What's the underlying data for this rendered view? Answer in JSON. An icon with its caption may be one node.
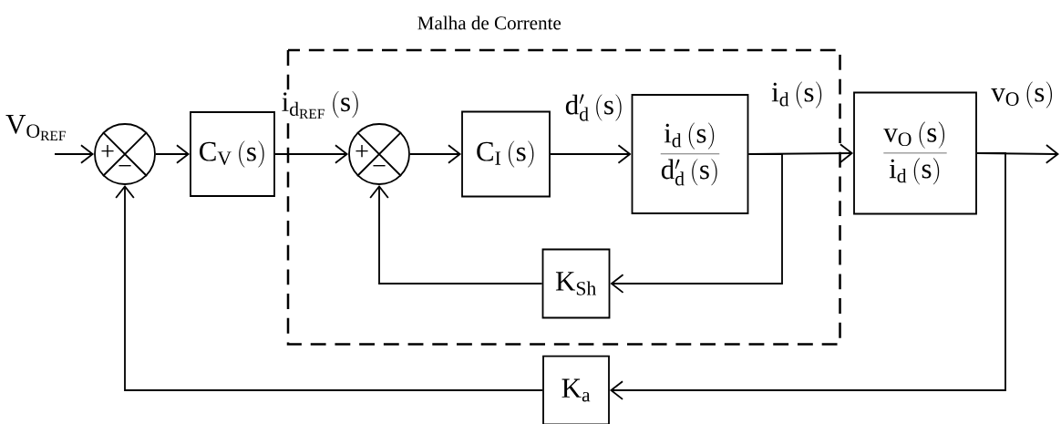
{
  "diagram": {
    "nodes": [
      {
        "text": [
          "Malha de Corrente"
        ]
      },
      {
        "text": [
          "+",
          "−"
        ]
      },
      {
        "text": [
          "\\mathrm{C}_{\\mathrm{V}}\\left(\\mathrm{s}\\right)"
        ]
      },
      {
        "text": [
          "+",
          "−"
        ],
        "in": 0
      },
      {
        "text": [
          "\\mathrm{C}_{\\mathrm{I}}\\left(\\mathrm{s}\\right)"
        ],
        "in": 0
      },
      {
        "text": [
          "\\frac{\\mathrm{i}_{\\mathrm{d}}\\left(\\mathrm{s}\\right)}{\\mathrm{d}'_{\\mathrm{d}}\\left(\\mathrm{s}\\right)}"
        ],
        "in": 0
      },
      {
        "text": [
          "\\mathrm{K}_{\\mathrm{Sh}}"
        ],
        "in": 0
      },
      {
        "text": [
          "\\frac{\\mathrm{v}_{\\mathrm{O}}\\left(\\mathrm{s}\\right)}{\\mathrm{i}_{\\mathrm{d}}\\left(\\mathrm{s}\\right)}"
        ]
      },
      {
        "text": [
          "\\mathrm{K}_{\\mathrm{a}}"
        ]
      }
    ],
    "edges": [
      {
        "from": null,
        "to": 1,
        "arrow": "to",
        "label": "\\mathrm{V}_{\\mathrm{O}_{\\mathrm{REF}}}"
      },
      {
        "from": 1,
        "to": 2,
        "arrow": "to"
      },
      {
        "from": 2,
        "to": 3,
        "arrow": "to",
        "label": "\\mathrm{i}_{\\mathrm{d}_{\\mathrm{REF}}}\\left(\\mathrm{s}\\right)"
      },
      {
        "from": 3,
        "to": 4,
        "arrow": "to"
      },
      {
        "from": 4,
        "to": 5,
        "arrow": "to",
        "label": "\\mathrm{d}'_{\\mathrm{d}}\\left(\\mathrm{s}\\right)"
      },
      {
        "from": 5,
        "to": 7,
        "arrow": "to",
        "label": "\\mathrm{i}_{\\mathrm{d}}\\left(\\mathrm{s}\\right)"
      },
      {
        "from": 7,
        "to": null,
        "arrow": "to",
        "label": "\\mathrm{v}_{\\mathrm{O}}\\left(\\mathrm{s}\\right)"
      },
      {
        "from": 5,
        "to": 6,
        "arrow": "to"
      },
      {
        "from": 6,
        "to": 3,
        "arrow": "to"
      },
      {
        "from": 7,
        "to": 8,
        "arrow": "to"
      },
      {
        "from": 8,
        "to": 1,
        "arrow": "to"
      }
    ]
  }
}
